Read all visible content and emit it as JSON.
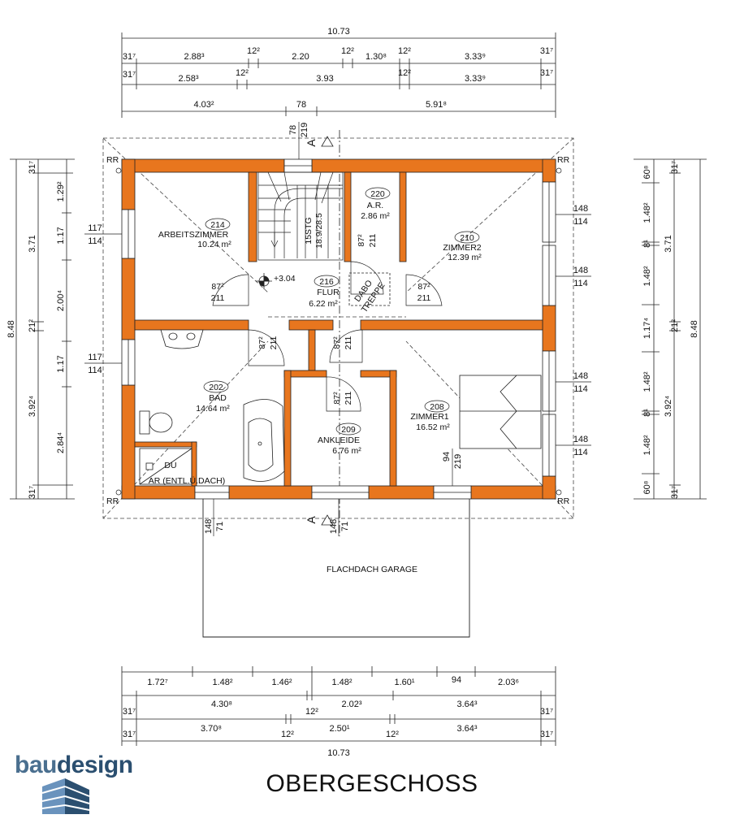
{
  "title": "OBERGESCHOSS",
  "brand": {
    "part1": "bau",
    "part2": "design"
  },
  "colors": {
    "wall": "#E8761E",
    "line": "#222222",
    "logo_light": "#6a93bd",
    "logo_dark": "#2b4f70"
  },
  "top_dims": {
    "total": "10.73",
    "row1": [
      "31⁷",
      "2.88³",
      "12²",
      "2.20",
      "12²",
      "1.30⁸",
      "12²",
      "3.33⁹",
      "31⁷"
    ],
    "row2": [
      "31⁷",
      "2.58³",
      "12²",
      "3.93",
      "12²",
      "3.33⁹",
      "31⁷"
    ],
    "row3": [
      "4.03²",
      "78",
      "5.91⁸"
    ]
  },
  "bottom_dims": {
    "total": "10.73",
    "row1": [
      "1.72⁷",
      "1.48²",
      "1.46²",
      "1.48²",
      "1.60¹",
      "94",
      "2.03⁶"
    ],
    "row2": [
      "31⁷",
      "4.30⁸",
      "12²",
      "2.02³",
      "3.64³",
      "31⁷"
    ],
    "row3": [
      "31⁷",
      "3.70⁸",
      "12²",
      "2.50¹",
      "12²",
      "3.64³",
      "31⁷"
    ]
  },
  "left_dims": {
    "total": "8.48",
    "outer": [
      "31⁷",
      "3.71",
      "21²",
      "3.92⁴",
      "31⁷"
    ],
    "inner": [
      "1.29²",
      "1.17",
      "2.00⁴",
      "1.17",
      "2.84⁴"
    ]
  },
  "right_dims": {
    "total": "8.48",
    "outer": [
      "31⁷",
      "3.71",
      "21²",
      "3.92⁴",
      "31⁷"
    ],
    "inner": [
      "60⁸",
      "1.48²",
      "8¹",
      "1.48²",
      "1.17⁴",
      "1.48²",
      "8¹",
      "1.48²",
      "60⁸"
    ]
  },
  "rooms": [
    {
      "num": "214",
      "name": "ARBEITSZIMMER",
      "area": "10.24 m²"
    },
    {
      "num": "220",
      "name": "A.R.",
      "area": "2.86 m²"
    },
    {
      "num": "210",
      "name": "ZIMMER2",
      "area": "12.39 m²"
    },
    {
      "num": "216",
      "name": "FLUR",
      "area": "6.22 m²"
    },
    {
      "num": "202",
      "name": "BAD",
      "area": "14.64 m²"
    },
    {
      "num": "209",
      "name": "ANKLEIDE",
      "area": "6.76 m²"
    },
    {
      "num": "208",
      "name": "ZIMMER1",
      "area": "16.52 m²"
    }
  ],
  "labels": {
    "du": "DU",
    "entl": "AR (ENTL.Ü.DACH)",
    "garage": "FLACHDACH GARAGE",
    "level": "+3.04",
    "dabo": "DABO",
    "treppe": "TREPPE",
    "stairs": "15STG",
    "stair_dim": "18.9/28.5",
    "rr": "RR",
    "section": "A"
  },
  "windows": {
    "left_top": [
      "117",
      "114"
    ],
    "left_mid": [
      "117",
      "114"
    ],
    "right_1": [
      "148",
      "114"
    ],
    "right_2": [
      "148",
      "114"
    ],
    "right_3": [
      "148",
      "114"
    ],
    "right_4": [
      "148",
      "114"
    ],
    "top_stair": [
      "78",
      "219"
    ],
    "bottom_1": [
      "148",
      "71"
    ],
    "bottom_2": [
      "148",
      "71"
    ],
    "bottom_3": [
      "94",
      "219"
    ]
  },
  "doors": [
    "87²",
    "211"
  ]
}
